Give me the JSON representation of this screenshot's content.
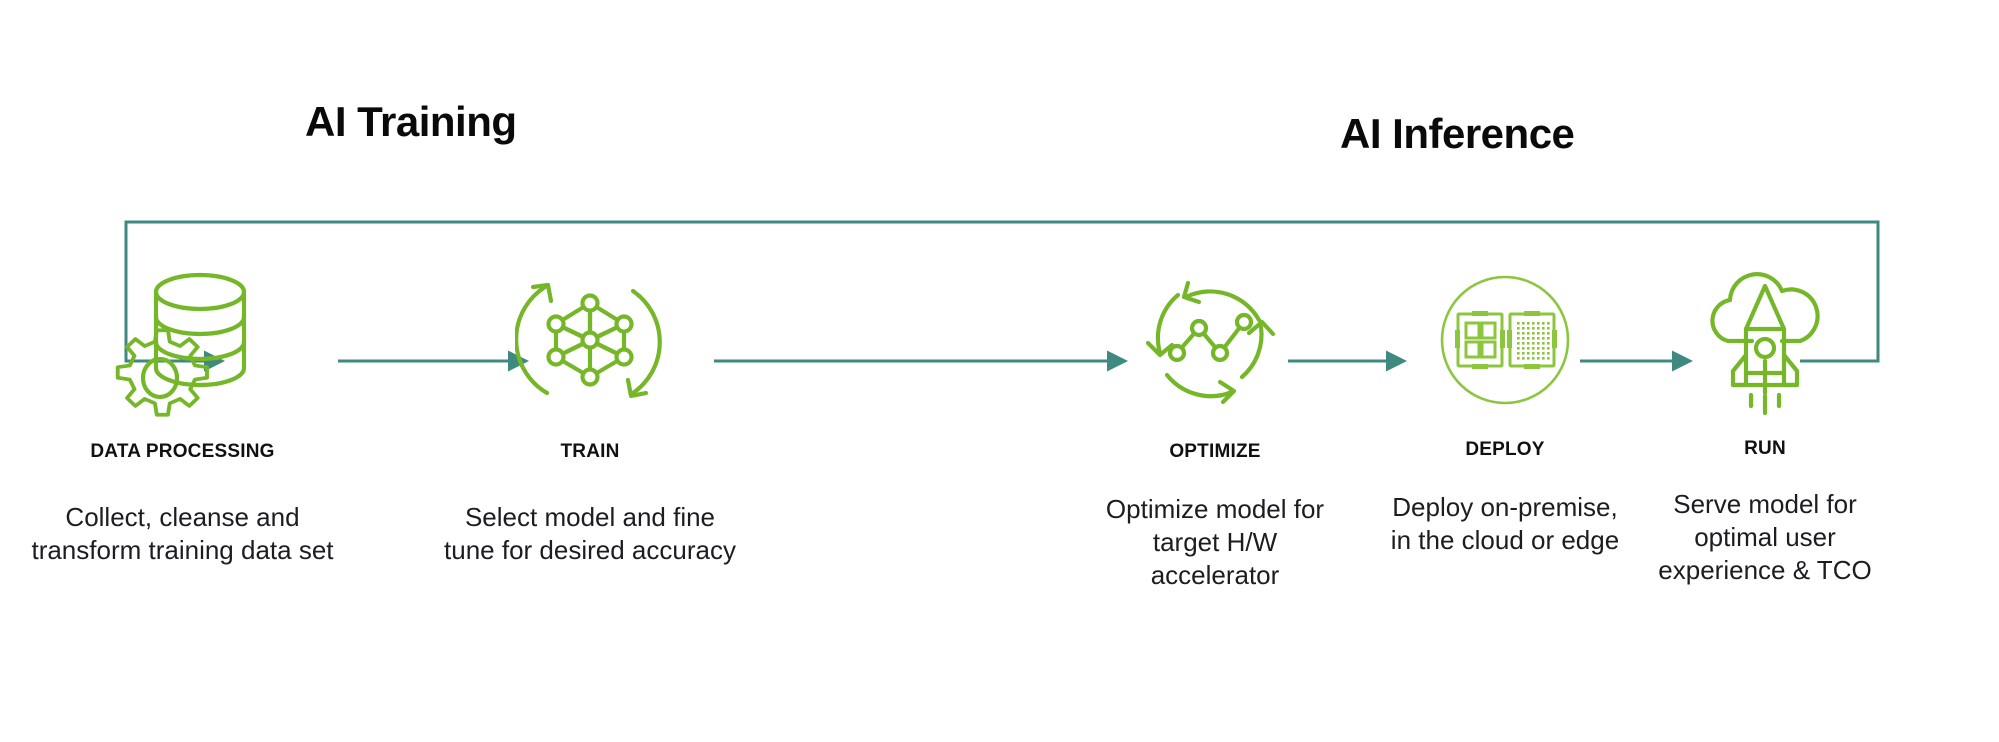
{
  "colors": {
    "green": "#76b729",
    "green_light": "#8cc63f",
    "teal": "#3f8a80",
    "text": "#111111",
    "background": "#ffffff"
  },
  "headings": {
    "training": "AI Training",
    "inference": "AI Inference"
  },
  "stages": [
    {
      "id": "data-processing",
      "icon": "database-gear-icon",
      "label": "DATA PROCESSING",
      "description": "Collect, cleanse and transform training data set"
    },
    {
      "id": "train",
      "icon": "neural-network-cycle-icon",
      "label": "TRAIN",
      "description": "Select model and fine tune for desired accuracy"
    },
    {
      "id": "optimize",
      "icon": "line-chart-cycle-icon",
      "label": "OPTIMIZE",
      "description": "Optimize model for target H/W accelerator"
    },
    {
      "id": "deploy",
      "icon": "processor-chips-circle-icon",
      "label": "DEPLOY",
      "description": "Deploy on-premise, in the cloud or edge"
    },
    {
      "id": "run",
      "icon": "rocket-cloud-icon",
      "label": "RUN",
      "description": "Serve model for optimal user experience & TCO"
    }
  ],
  "flow": {
    "connectors": [
      {
        "from": "loop-left",
        "to": "data-processing"
      },
      {
        "from": "data-processing",
        "to": "train"
      },
      {
        "from": "train",
        "to": "optimize"
      },
      {
        "from": "optimize",
        "to": "deploy"
      },
      {
        "from": "deploy",
        "to": "run"
      },
      {
        "from": "run",
        "to": "loop-right"
      }
    ],
    "loop_style": "rectangular-feedback-loop"
  }
}
